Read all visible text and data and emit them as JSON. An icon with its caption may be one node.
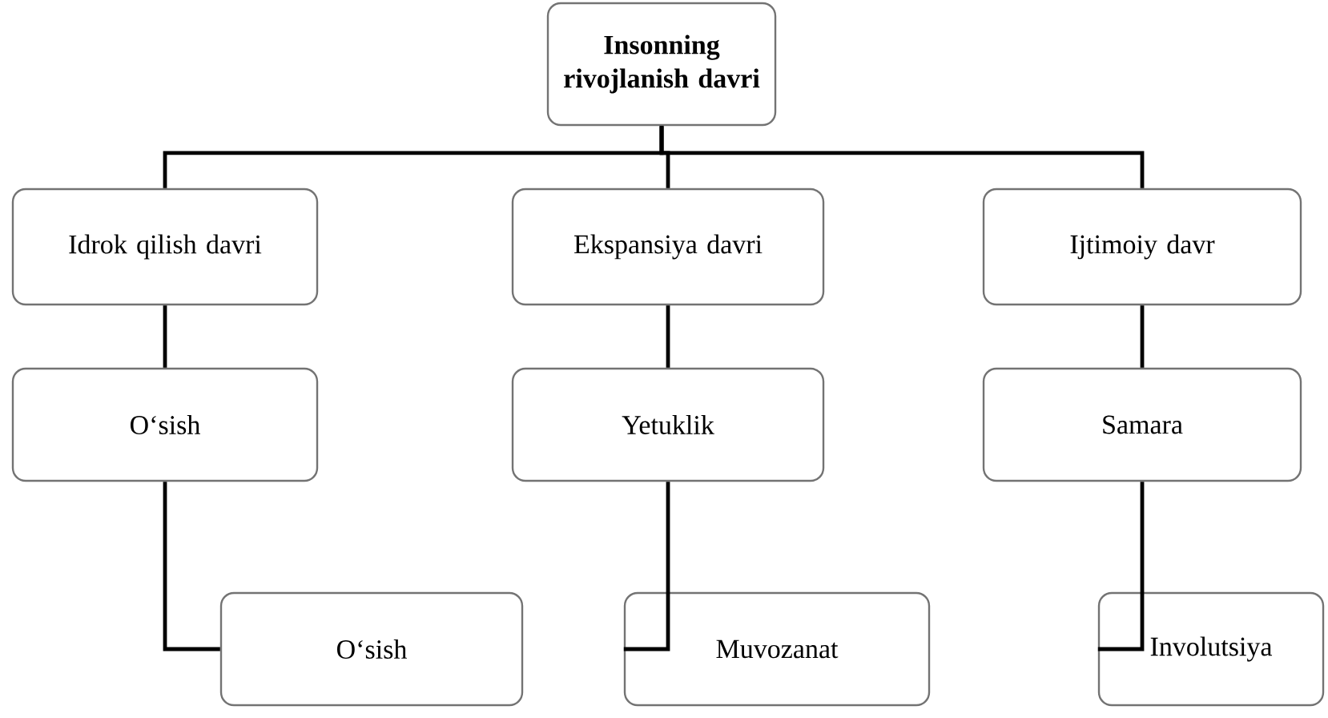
{
  "diagram": {
    "nodes": [
      {
        "text": [
          "Insonning rivojlanish davri"
        ]
      },
      {
        "text": [
          "Idrok qilish davri"
        ]
      },
      {
        "text": [
          "Ekspansiya davri"
        ]
      },
      {
        "text": [
          "Ijtimoiy davr"
        ]
      },
      {
        "text": [
          "O‘sish"
        ]
      },
      {
        "text": [
          "Yetuklik"
        ]
      },
      {
        "text": [
          "Samara"
        ]
      },
      {
        "text": [
          "O‘sish"
        ]
      },
      {
        "text": [
          "Muvozanat"
        ]
      },
      {
        "text": [
          "Involutsiya"
        ]
      }
    ],
    "edges": [
      {
        "from": 0,
        "to": 1,
        "arrow": "none"
      },
      {
        "from": 0,
        "to": 2,
        "arrow": "none"
      },
      {
        "from": 0,
        "to": 3,
        "arrow": "none"
      },
      {
        "from": 1,
        "to": 4,
        "arrow": "none"
      },
      {
        "from": 2,
        "to": 5,
        "arrow": "none"
      },
      {
        "from": 3,
        "to": 6,
        "arrow": "none"
      },
      {
        "from": 4,
        "to": 7,
        "arrow": "none"
      },
      {
        "from": 5,
        "to": 8,
        "arrow": "none"
      },
      {
        "from": 6,
        "to": 9,
        "arrow": "none"
      }
    ]
  }
}
